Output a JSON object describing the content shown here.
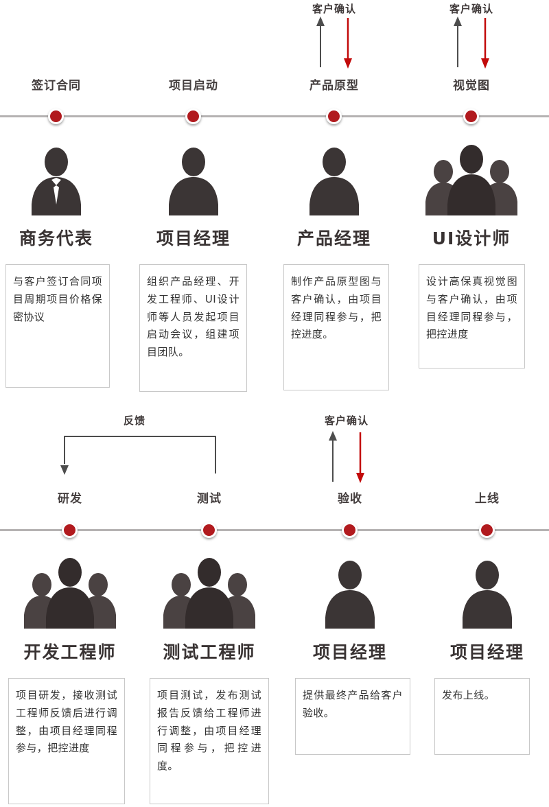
{
  "colors": {
    "accent_red": "#b11a1e",
    "arrow_red": "#c20a0a",
    "silhouette_dark": "#3a3434",
    "timeline_gray": "#b5b2b2"
  },
  "rows": [
    {
      "milestones": [
        {
          "label": "签订合同",
          "role": "商务代表",
          "icon": "business-person",
          "desc": "与客户签订合同项目周期项目价格保密协议"
        },
        {
          "label": "项目启动",
          "role": "项目经理",
          "icon": "person",
          "desc": "组织产品经理、开发工程师、UI设计师等人员发起项目启动会议，组建项目团队。"
        },
        {
          "label": "产品原型",
          "role": "产品经理",
          "icon": "person",
          "annotation": "客户确认",
          "desc": "制作产品原型图与客户确认，由项目经理同程参与，把控进度。"
        },
        {
          "label": "视觉图",
          "role": "UI设计师",
          "icon": "team",
          "annotation": "客户确认",
          "desc": "设计高保真视觉图与客户确认，由项目经理同程参与，把控进度"
        }
      ]
    },
    {
      "feedback_label": "反馈",
      "milestones": [
        {
          "label": "研发",
          "role": "开发工程师",
          "icon": "team",
          "desc": "项目研发，接收测试工程师反馈后进行调整，由项目经理同程参与，把控进度"
        },
        {
          "label": "测试",
          "role": "测试工程师",
          "icon": "team",
          "desc": "项目测试，发布测试报告反馈给工程师进行调整，由项目经理同程参与，把控进度。"
        },
        {
          "label": "验收",
          "role": "项目经理",
          "icon": "person",
          "annotation": "客户确认",
          "desc": "提供最终产品给客户验收。"
        },
        {
          "label": "上线",
          "role": "项目经理",
          "icon": "person",
          "desc": "发布上线。"
        }
      ]
    }
  ]
}
